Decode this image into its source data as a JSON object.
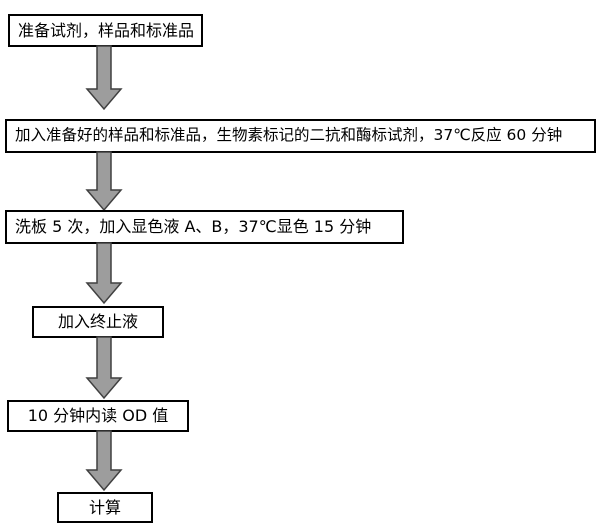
{
  "flowchart": {
    "steps": [
      {
        "label": "准备试剂，样品和标准品"
      },
      {
        "label": "加入准备好的样品和标准品，生物素标记的二抗和酶标试剂，37℃反应 60 分钟"
      },
      {
        "label": "洗板 5 次，加入显色液 A、B，37℃显色 15 分钟"
      },
      {
        "label": "加入终止液"
      },
      {
        "label": "10 分钟内读 OD 值"
      },
      {
        "label": "计算"
      }
    ],
    "colors": {
      "background": "#ffffff",
      "box_border": "#000000",
      "text": "#000000",
      "arrow_fill": "#9d9d9d",
      "arrow_outline": "#404040"
    }
  }
}
